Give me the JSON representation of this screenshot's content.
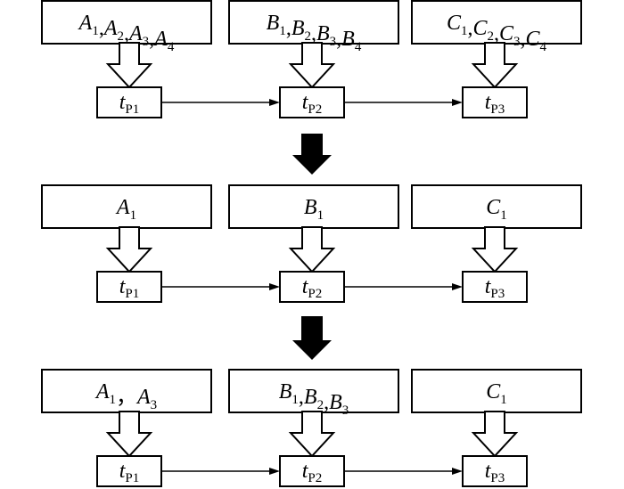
{
  "stages": [
    {
      "sets": [
        [
          {
            "letter": "A",
            "sub": "1"
          },
          {
            "sep": ","
          },
          {
            "letter": "A",
            "sub": "2"
          },
          {
            "sep": ","
          },
          {
            "letter": "A",
            "sub": "3"
          },
          {
            "sep": ","
          },
          {
            "letter": "A",
            "sub": "4"
          }
        ],
        [
          {
            "letter": "B",
            "sub": "1"
          },
          {
            "sep": ","
          },
          {
            "letter": "B",
            "sub": "2"
          },
          {
            "sep": ","
          },
          {
            "letter": "B",
            "sub": "3"
          },
          {
            "sep": ","
          },
          {
            "letter": "B",
            "sub": "4"
          }
        ],
        [
          {
            "letter": "C",
            "sub": "1"
          },
          {
            "sep": ","
          },
          {
            "letter": "C",
            "sub": "2"
          },
          {
            "sep": ","
          },
          {
            "letter": "C",
            "sub": "3"
          },
          {
            "sep": ","
          },
          {
            "letter": "C",
            "sub": "4"
          }
        ]
      ]
    },
    {
      "sets": [
        [
          {
            "letter": "A",
            "sub": "1"
          }
        ],
        [
          {
            "letter": "B",
            "sub": "1"
          }
        ],
        [
          {
            "letter": "C",
            "sub": "1"
          }
        ]
      ]
    },
    {
      "sets": [
        [
          {
            "letter": "A",
            "sub": "1"
          },
          {
            "sep": "，"
          },
          {
            "letter": "A",
            "sub": "3"
          }
        ],
        [
          {
            "letter": "B",
            "sub": "1"
          },
          {
            "sep": ","
          },
          {
            "letter": "B",
            "sub": "2"
          },
          {
            "sep": ","
          },
          {
            "letter": "B",
            "sub": "3"
          }
        ],
        [
          {
            "letter": "C",
            "sub": "1"
          }
        ]
      ]
    }
  ],
  "processes": [
    {
      "letter": "t",
      "sub": "P1"
    },
    {
      "letter": "t",
      "sub": "P2"
    },
    {
      "letter": "t",
      "sub": "P3"
    }
  ]
}
